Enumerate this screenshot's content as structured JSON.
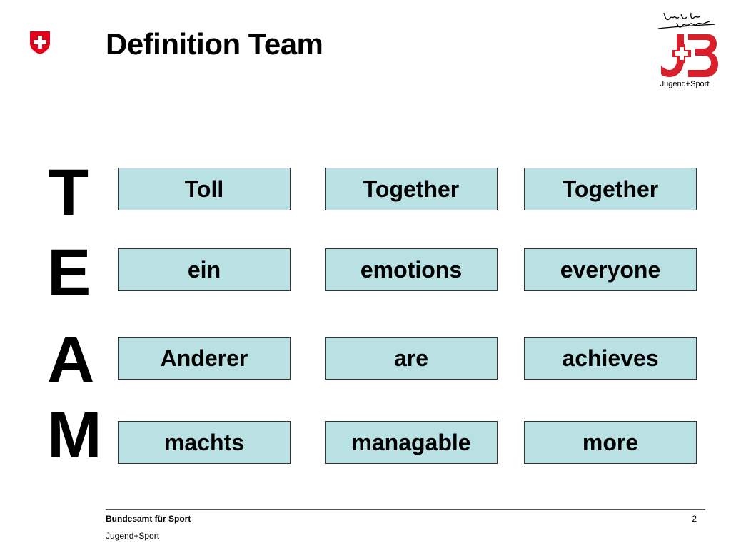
{
  "header": {
    "title": "Definition Team"
  },
  "logo": {
    "tagline": "lernst die Zukunft",
    "caption": "Jugend+Sport",
    "brand_color": "#d8202d"
  },
  "letters": [
    "T",
    "E",
    "A",
    "M"
  ],
  "rows": [
    [
      "Toll",
      "Together",
      "Together"
    ],
    [
      "ein",
      "emotions",
      "everyone"
    ],
    [
      "Anderer",
      "are",
      "achieves"
    ],
    [
      "machts",
      "managable",
      "more"
    ]
  ],
  "colors": {
    "box_fill": "#b9e0e2",
    "box_border": "#333333",
    "swiss_red": "#e2001a"
  },
  "footer": {
    "org": "Bundesamt für Sport",
    "sub": "Jugend+Sport",
    "page": "2"
  }
}
